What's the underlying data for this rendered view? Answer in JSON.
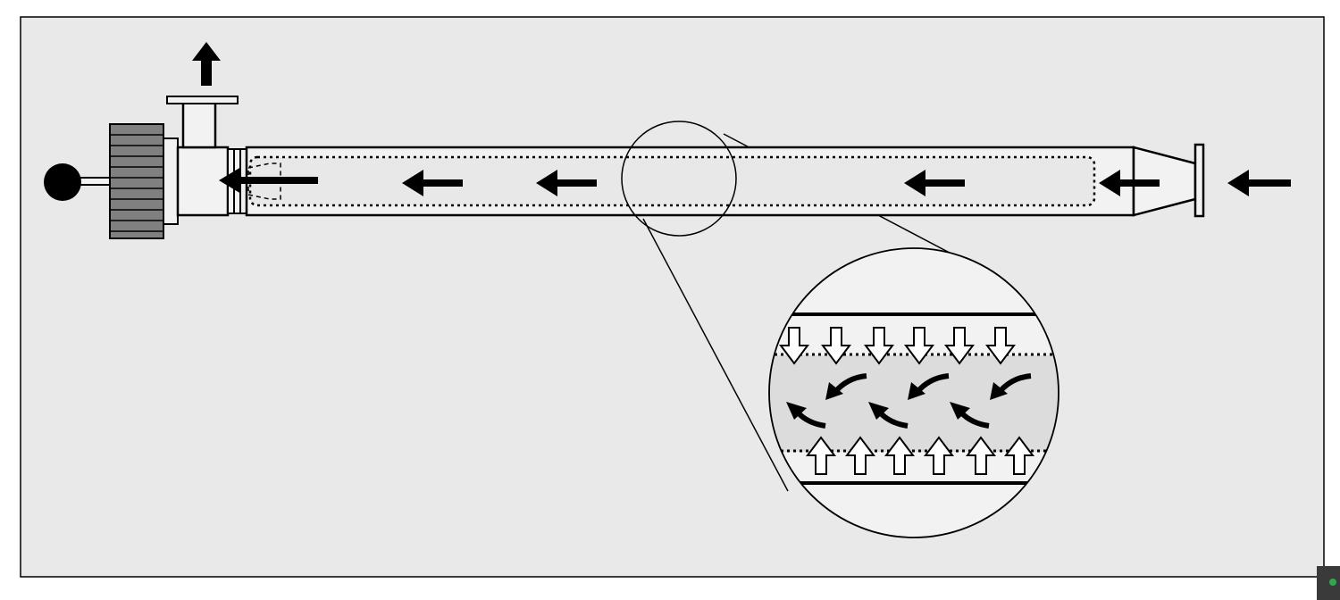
{
  "diagram": {
    "type": "filter-housing-flow-schematic",
    "colors": {
      "panel_bg": "#e8e9e8",
      "panel_border": "#000000",
      "line": "#000000",
      "tube_fill": "#f2f2f2",
      "flow_zone_fill": "#dcdcdc",
      "knob_fill": "#808080",
      "open_arrow_fill": "#ffffff",
      "solid_arrow_fill": "#000000",
      "handle_ball": "#000000"
    },
    "components": [
      "handle",
      "threaded-knob",
      "end-fitting",
      "outlet-port",
      "tube-body",
      "filter-element",
      "inlet-cone",
      "inlet-flange",
      "magnifier-circle",
      "detail-inset"
    ],
    "arrows": {
      "outlet_direction": "up",
      "main_flow_direction": "left",
      "inset_wall_arrows": [
        "down",
        "up"
      ],
      "inset_swirl_direction": "counterclockwise"
    }
  },
  "status_widget": {
    "icon": "status-icon",
    "accent": "#2fa84f"
  }
}
